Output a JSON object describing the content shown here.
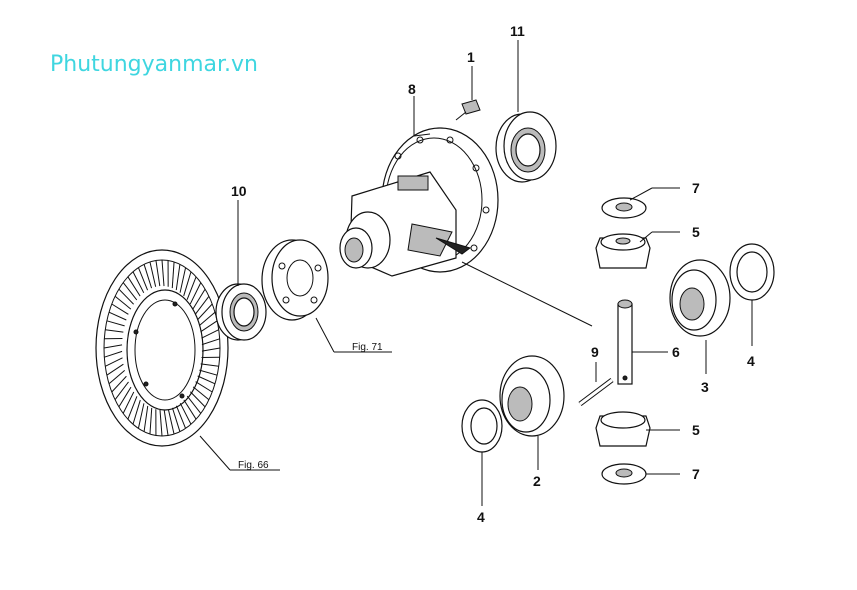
{
  "watermark": "Phutungyanmar.vn",
  "callouts": [
    {
      "id": "c1",
      "text": "1"
    },
    {
      "id": "c11",
      "text": "11"
    },
    {
      "id": "c8",
      "text": "8"
    },
    {
      "id": "c10",
      "text": "10"
    },
    {
      "id": "c7a",
      "text": "7"
    },
    {
      "id": "c5a",
      "text": "5"
    },
    {
      "id": "c9",
      "text": "9"
    },
    {
      "id": "c6",
      "text": "6"
    },
    {
      "id": "c3",
      "text": "3"
    },
    {
      "id": "c4a",
      "text": "4"
    },
    {
      "id": "c5b",
      "text": "5"
    },
    {
      "id": "c7b",
      "text": "7"
    },
    {
      "id": "c2",
      "text": "2"
    },
    {
      "id": "c4b",
      "text": "4"
    }
  ],
  "figure_refs": {
    "fig71": "Fig. 71",
    "fig66": "Fig. 66"
  }
}
